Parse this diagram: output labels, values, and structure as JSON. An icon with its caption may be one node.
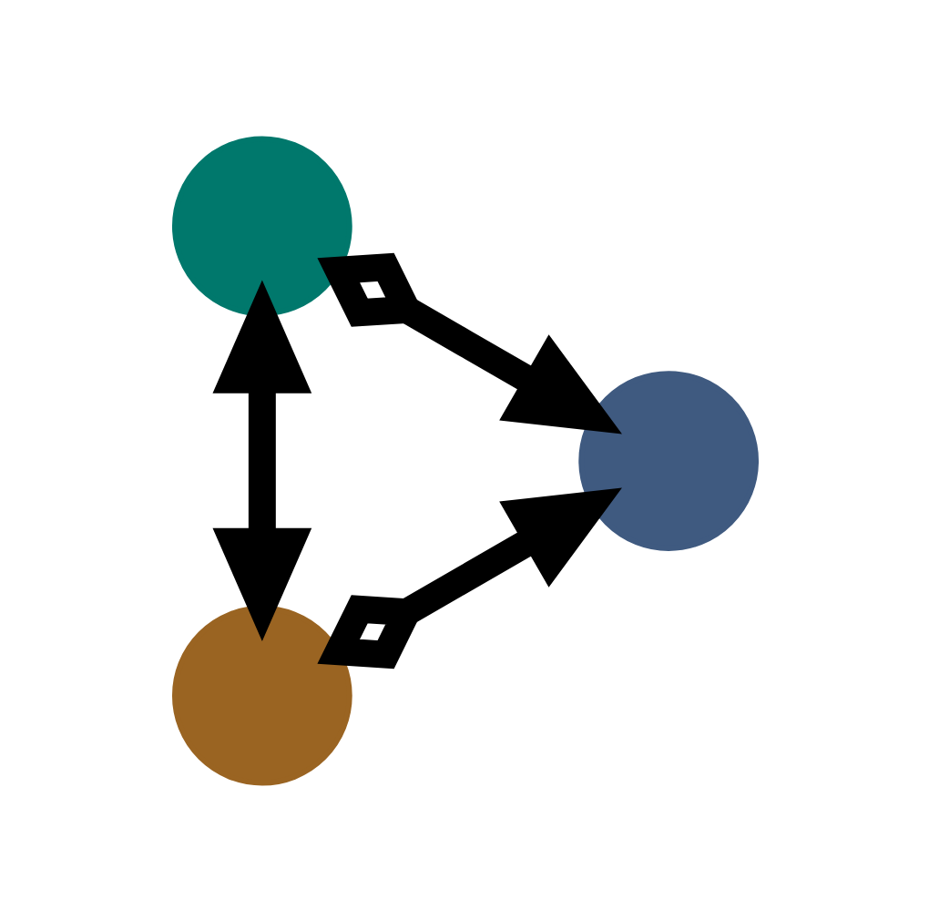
{
  "diagram": {
    "nodes": [
      {
        "text": [],
        "shape": "circle"
      },
      {
        "text": [],
        "shape": "circle"
      },
      {
        "text": [],
        "shape": "circle"
      }
    ],
    "edges": [
      {
        "from": 0,
        "to": 1,
        "arrow": "both"
      },
      {
        "from": 0,
        "to": 2,
        "arrow": "to"
      },
      {
        "from": 1,
        "to": 2,
        "arrow": "to"
      }
    ]
  }
}
